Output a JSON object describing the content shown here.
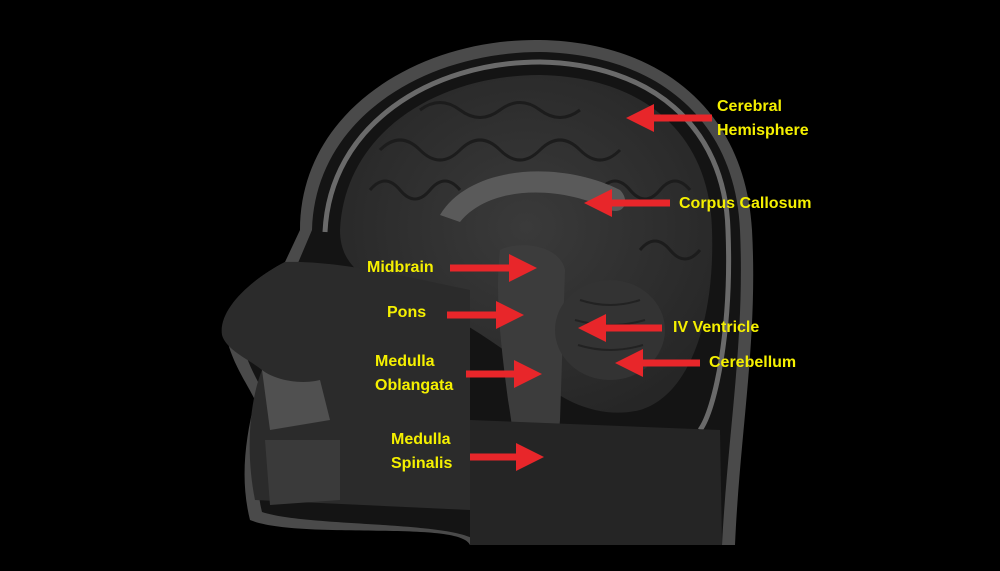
{
  "labels": {
    "cerebral_hemisphere": [
      "Cerebral",
      "Hemisphere"
    ],
    "corpus_callosum": "Corpus Callosum",
    "midbrain": "Midbrain",
    "pons": "Pons",
    "iv_ventricle": "IV Ventricle",
    "cerebellum": "Cerebellum",
    "medulla_oblangata": [
      "Medulla",
      "Oblangata"
    ],
    "medulla_spinalis": [
      "Medulla",
      "Spinalis"
    ]
  },
  "colors": {
    "label": "#f5f000",
    "arrow": "#e8262a",
    "background": "#000000"
  }
}
